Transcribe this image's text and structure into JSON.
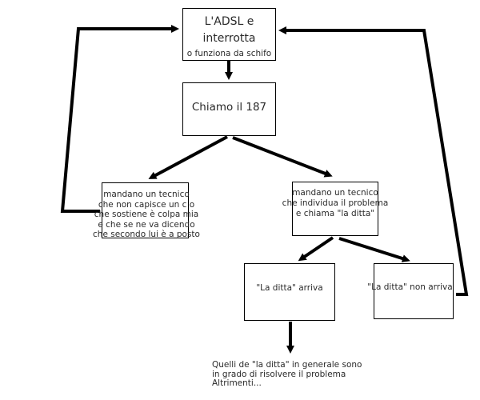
{
  "diagram": {
    "type": "flowchart",
    "nodes": {
      "start": {
        "lines": [
          "L'ADSL e",
          "interrotta",
          "o funziona da schifo"
        ]
      },
      "call": {
        "label": "Chiamo il 187"
      },
      "bad_tech": {
        "lines": [
          "mandano un tecnico",
          "che non capisce un c  o",
          "che sostiene è colpa mia",
          "e che se ne va dicendo",
          "che secondo lui è a posto"
        ]
      },
      "good_tech": {
        "lines": [
          "mandano un tecnico",
          "che individua il problema",
          "e chiama \"la ditta\""
        ]
      },
      "ditta_arrives": {
        "label": "\"La ditta\" arriva"
      },
      "ditta_not_arrives": {
        "label": "\"La ditta\" non arriva"
      },
      "outcome": {
        "lines": [
          "Quelli de \"la ditta\" in generale sono",
          "in grado di risolvere il problema",
          "Altrimenti..."
        ]
      }
    },
    "edges": [
      {
        "from": "start",
        "to": "call"
      },
      {
        "from": "call",
        "to": "bad_tech"
      },
      {
        "from": "call",
        "to": "good_tech"
      },
      {
        "from": "good_tech",
        "to": "ditta_arrives"
      },
      {
        "from": "good_tech",
        "to": "ditta_not_arrives"
      },
      {
        "from": "ditta_arrives",
        "to": "outcome"
      },
      {
        "from": "bad_tech",
        "to": "start"
      },
      {
        "from": "ditta_not_arrives",
        "to": "start"
      }
    ],
    "line_color": "#000000"
  }
}
